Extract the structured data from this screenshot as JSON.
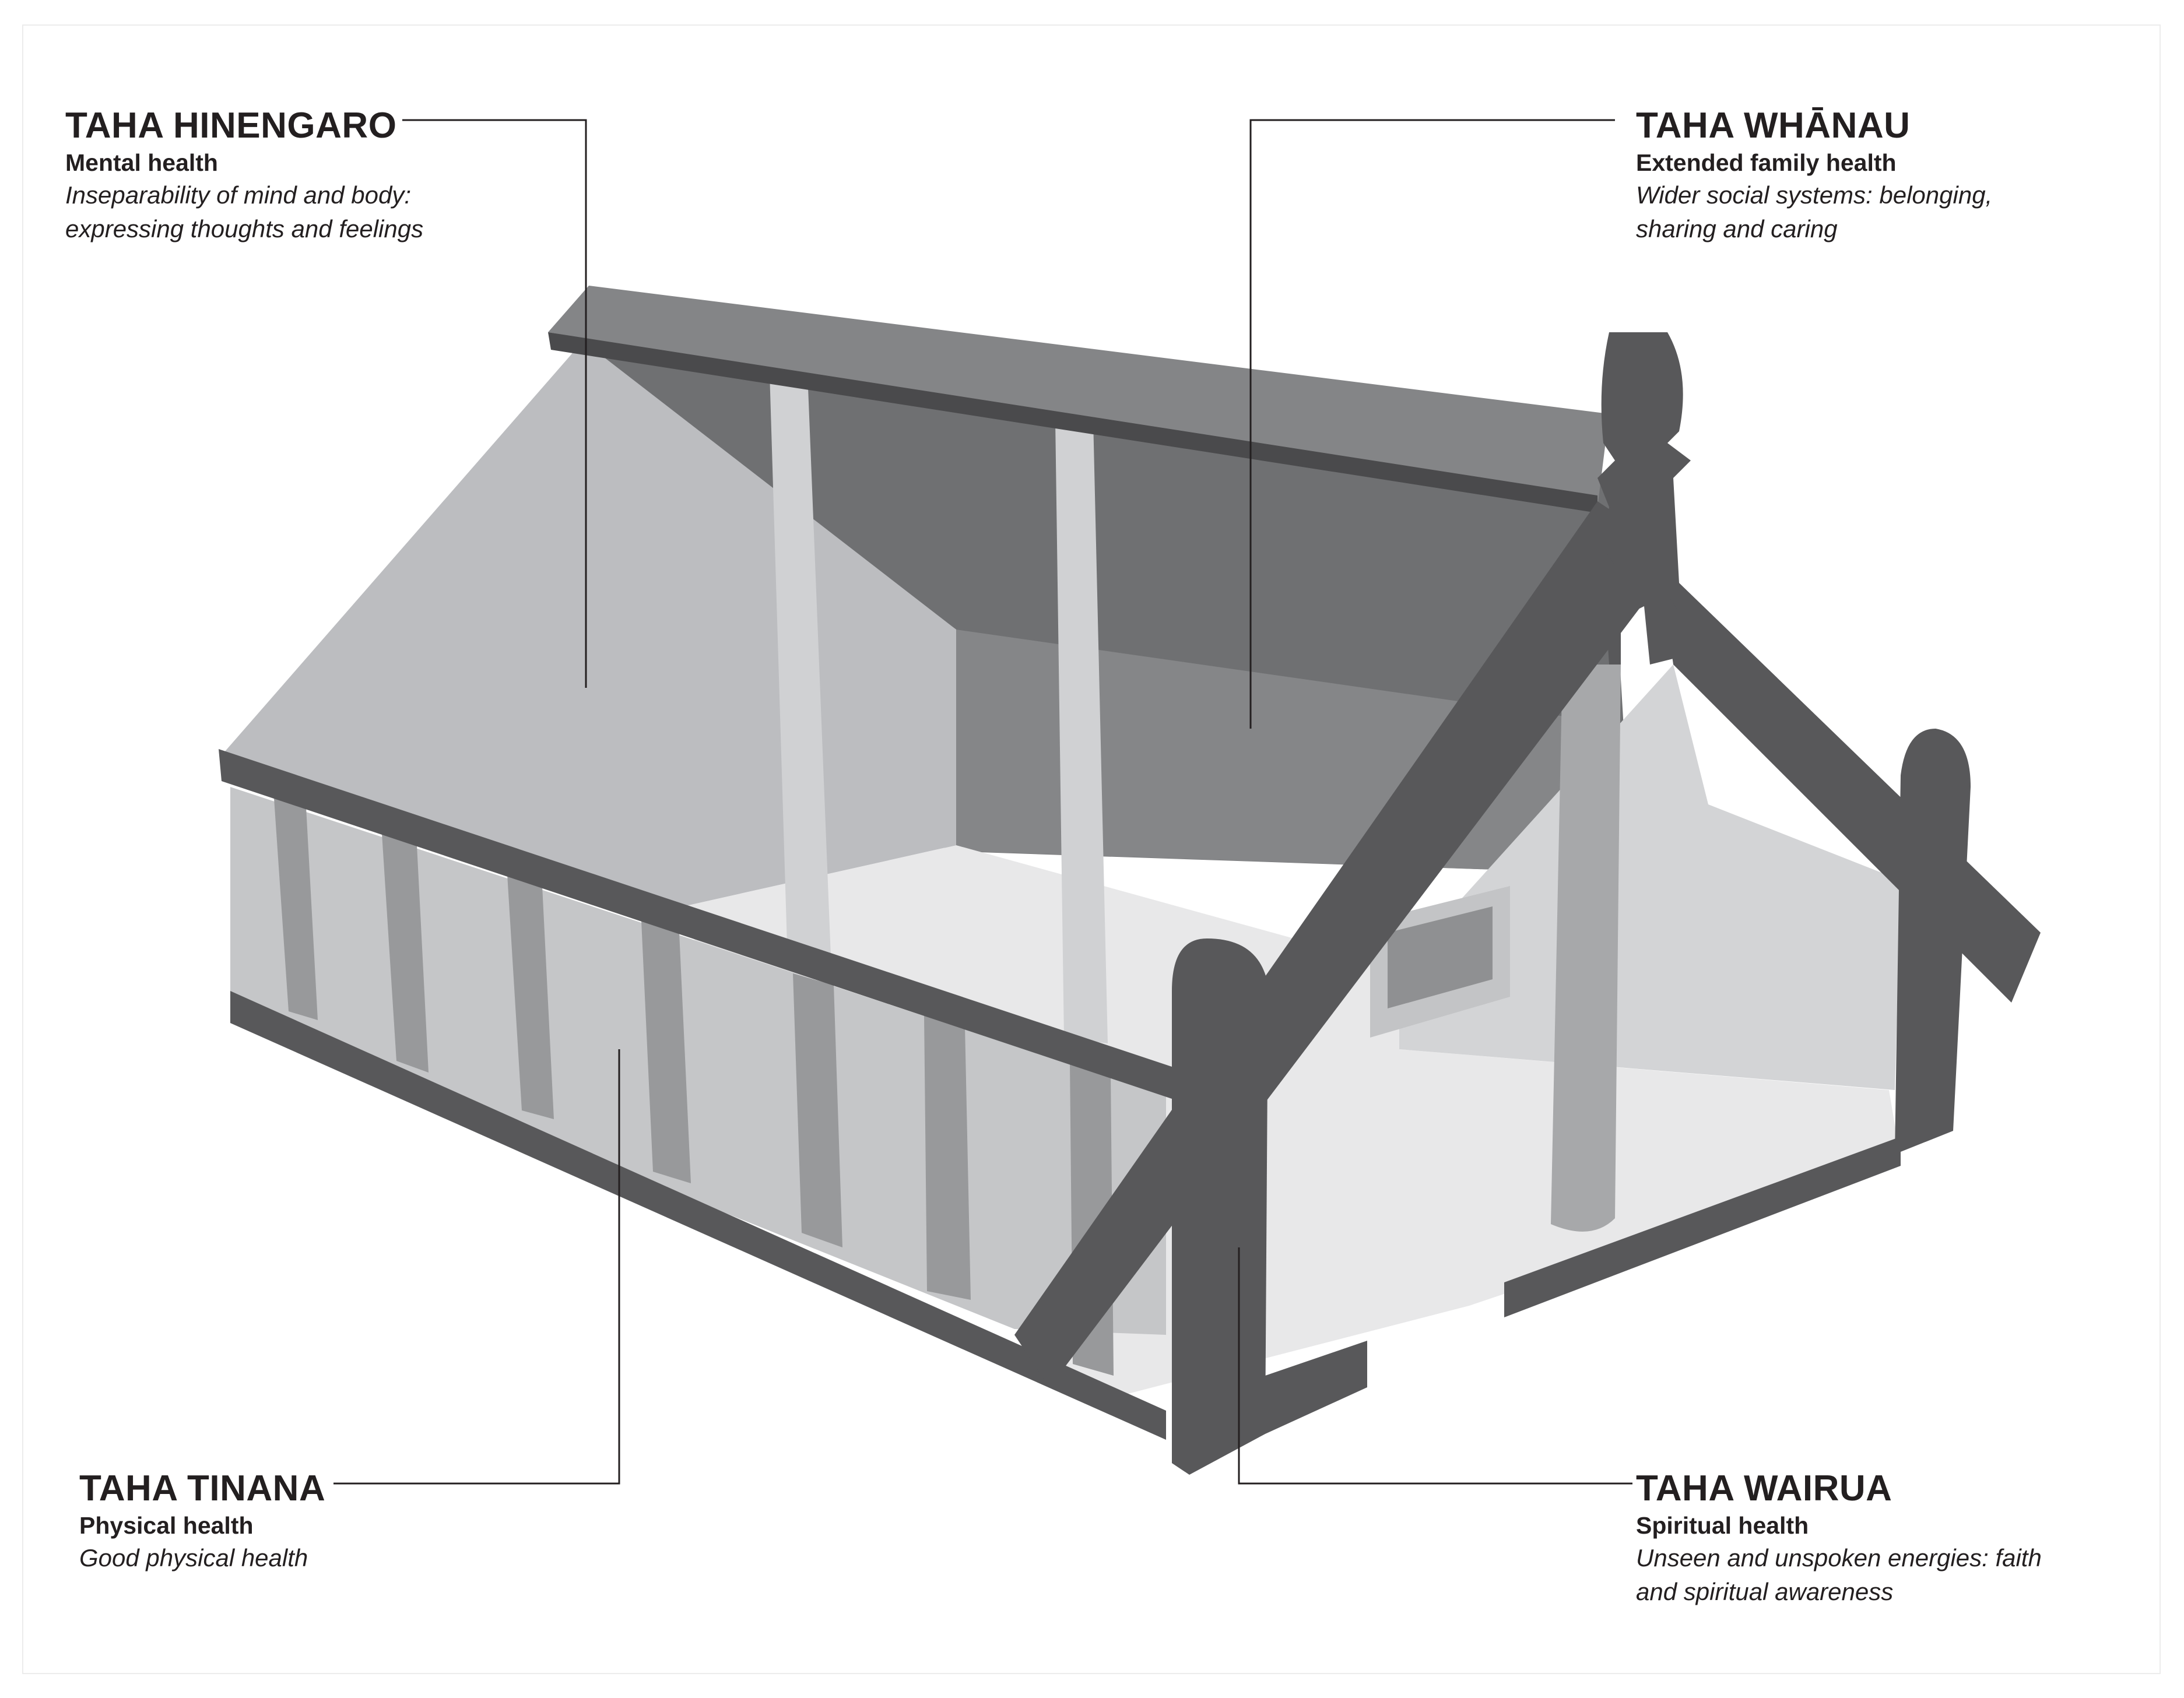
{
  "diagram": {
    "components": [
      {
        "id": "hinengaro",
        "title": "TAHA HINENGARO",
        "subtitle": "Mental health",
        "description_lines": [
          "Inseparability of mind and body:",
          "expressing thoughts and feelings"
        ]
      },
      {
        "id": "whanau",
        "title": "TAHA WHĀNAU",
        "subtitle": "Extended family health",
        "description_lines": [
          "Wider social systems: belonging,",
          "sharing and caring"
        ]
      },
      {
        "id": "tinana",
        "title": "TAHA TINANA",
        "subtitle": "Physical health",
        "description_lines": [
          "Good physical health"
        ]
      },
      {
        "id": "wairua",
        "title": "TAHA WAIRUA",
        "subtitle": "Spiritual health",
        "description_lines": [
          "Unseen and unspoken energies: faith",
          "and spiritual awareness"
        ]
      }
    ],
    "colors": {
      "beam_dark": "#58585a",
      "wall_light": "#bcbdc0",
      "interior_dark": "#6d6e70",
      "floor": "#e8e8e9",
      "leader_line": "#231f20",
      "text": "#231f20"
    }
  }
}
